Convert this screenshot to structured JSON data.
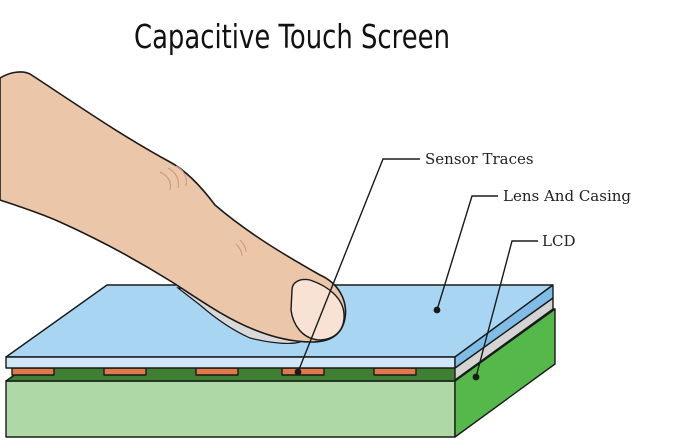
{
  "diagram": {
    "title": "Capacitive Touch Screen",
    "labels": {
      "sensor_traces": "Sensor Traces",
      "lens_casing": "Lens And Casing",
      "lcd": "LCD"
    }
  },
  "colors": {
    "lens_top": "#a8d6f2",
    "lens_side": "#7fbde6",
    "lcd_top": "#3f7f34",
    "lcd_side": "#55b84a",
    "base_front": "#aed8a6",
    "trace": "#e07a4a",
    "skin": "#ecc6a8",
    "nail": "#f7e2d4",
    "shadow": "#d9d9d9"
  }
}
